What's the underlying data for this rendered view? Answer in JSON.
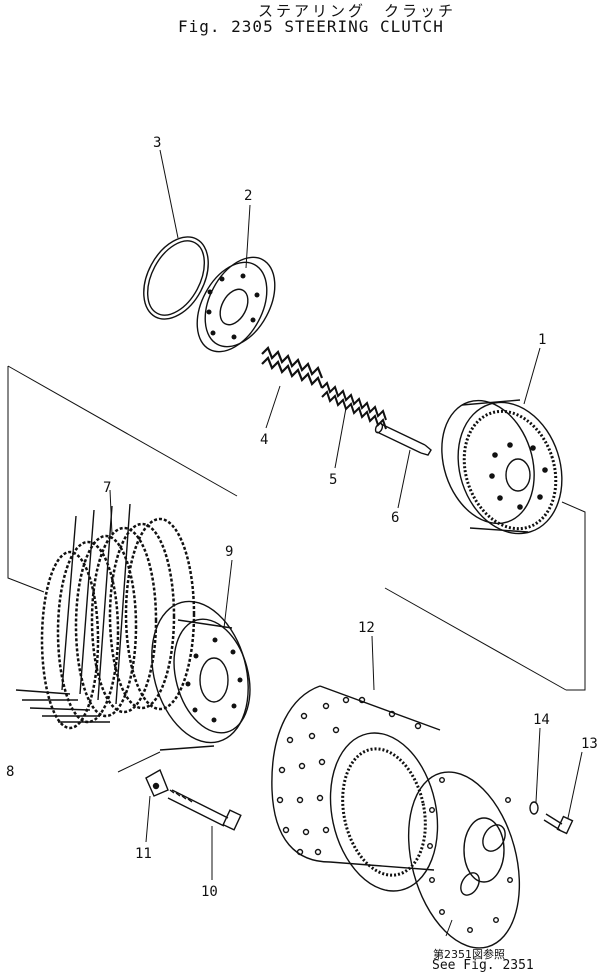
{
  "header": {
    "title_jp": "ステアリング　クラッチ",
    "title_en": "Fig. 2305  STEERING  CLUTCH"
  },
  "callouts": [
    "1",
    "2",
    "3",
    "4",
    "5",
    "6",
    "7",
    "8",
    "9",
    "10",
    "11",
    "12",
    "13",
    "14"
  ],
  "reference": {
    "jp": "第2351図参照",
    "en": "See  Fig. 2351"
  }
}
